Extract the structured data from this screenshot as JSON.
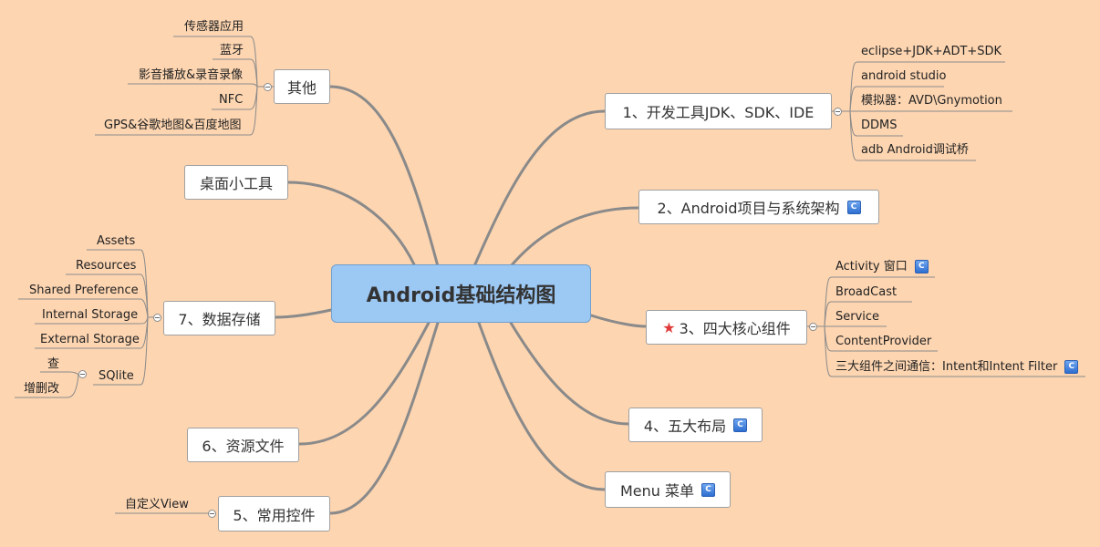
{
  "center": {
    "label": "Android基础结构图"
  },
  "nodes": {
    "dev_tools": {
      "label": "1、开发工具JDK、SDK、IDE"
    },
    "project_arch": {
      "label": "2、Android项目与系统架构"
    },
    "core_components": {
      "label": "3、四大核心组件"
    },
    "layouts": {
      "label": "4、五大布局"
    },
    "menu": {
      "label": "Menu 菜单"
    },
    "controls": {
      "label": "5、常用控件"
    },
    "resources": {
      "label": "6、资源文件"
    },
    "storage": {
      "label": "7、数据存储"
    },
    "widgets": {
      "label": "桌面小工具"
    },
    "other": {
      "label": "其他"
    }
  },
  "leaves": {
    "dev_tools": [
      "eclipse+JDK+ADT+SDK",
      "android studio",
      "模拟器：AVD\\Gnymotion",
      "DDMS",
      "adb Android调试桥"
    ],
    "core_components": [
      "Activity 窗口",
      "BroadCast",
      "Service",
      "ContentProvider",
      "三大组件之间通信：Intent和Intent Filter"
    ],
    "storage": [
      "Assets",
      "Resources",
      "Shared Preference",
      "Internal Storage",
      "External Storage",
      "SQlite"
    ],
    "sqlite": [
      "查",
      "增删改"
    ],
    "controls": [
      "自定义View"
    ],
    "other": [
      "传感器应用",
      "蓝牙",
      "影音播放&录音录像",
      "NFC",
      "GPS&谷歌地图&百度地图"
    ]
  },
  "badge_text": "C",
  "colors": {
    "background": "#FDD5B1",
    "center_fill": "#9CC8F4",
    "connector": "#8a8a8a",
    "star": "#e23b3b",
    "badge": "#3a7be0"
  },
  "icons": {
    "star": "star-icon",
    "note_badge": "note-badge-icon",
    "collapse": "collapse-toggle-icon"
  }
}
